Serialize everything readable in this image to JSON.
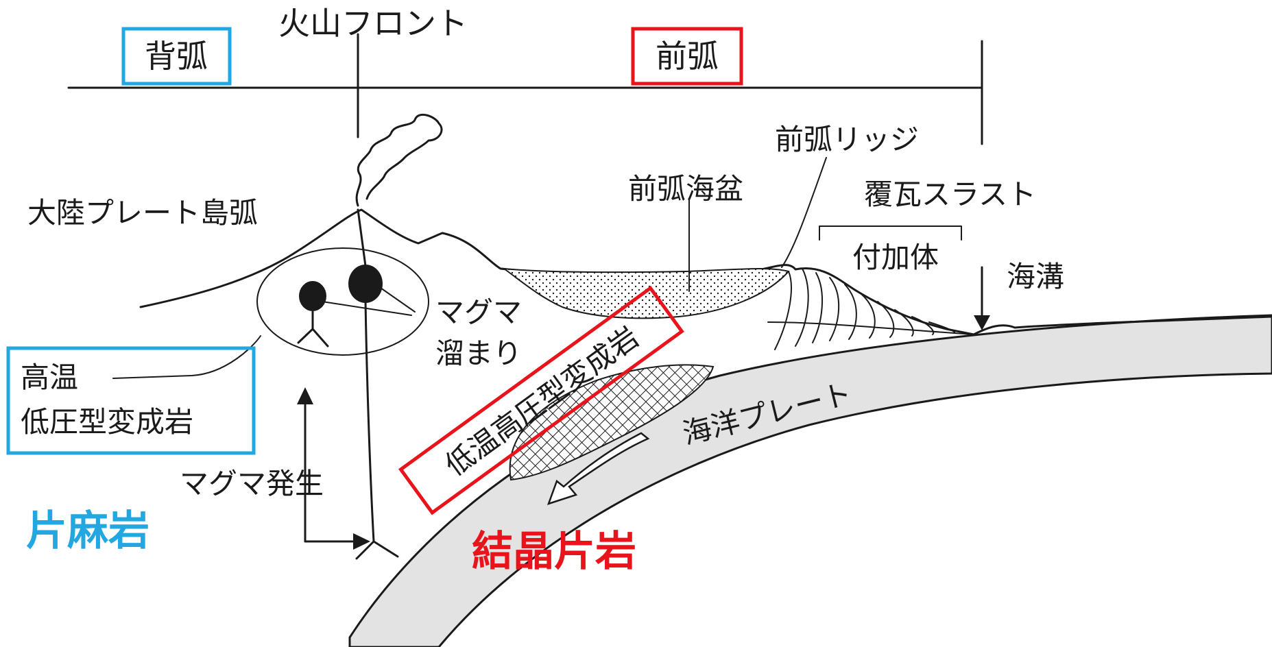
{
  "colors": {
    "blue": "#22a7e0",
    "red": "#e8131b",
    "ink": "#1a1a1a",
    "plate_fill": "#e3e3e3"
  },
  "top_axis": {
    "back_arc": "背弧",
    "volcanic_front": "火山フロント",
    "fore_arc": "前弧"
  },
  "labels": {
    "continental_plate_arc": "大陸プレート島弧",
    "forearc_basin": "前弧海盆",
    "forearc_ridge": "前弧リッジ",
    "imbricate_thrust": "覆瓦スラスト",
    "accretionary_prism": "付加体",
    "trench": "海溝",
    "magma_chamber_line1": "マグマ",
    "magma_chamber_line2": "溜まり",
    "high_temp_line1": "高温",
    "high_temp_line2": "低圧型変成岩",
    "low_temp_high_pressure": "低温高圧型変成岩",
    "oceanic_plate": "海洋プレート",
    "magma_generation": "マグマ発生"
  },
  "annotations": {
    "gneiss": "片麻岩",
    "crystalline_schist": "結晶片岩"
  },
  "icons": [
    "volcano-plume-icon",
    "magma-blob-icon",
    "arrow-down-icon",
    "arrow-up-icon",
    "subduction-arrow-icon",
    "crosshatch-pattern",
    "dotted-sediment-pattern"
  ]
}
